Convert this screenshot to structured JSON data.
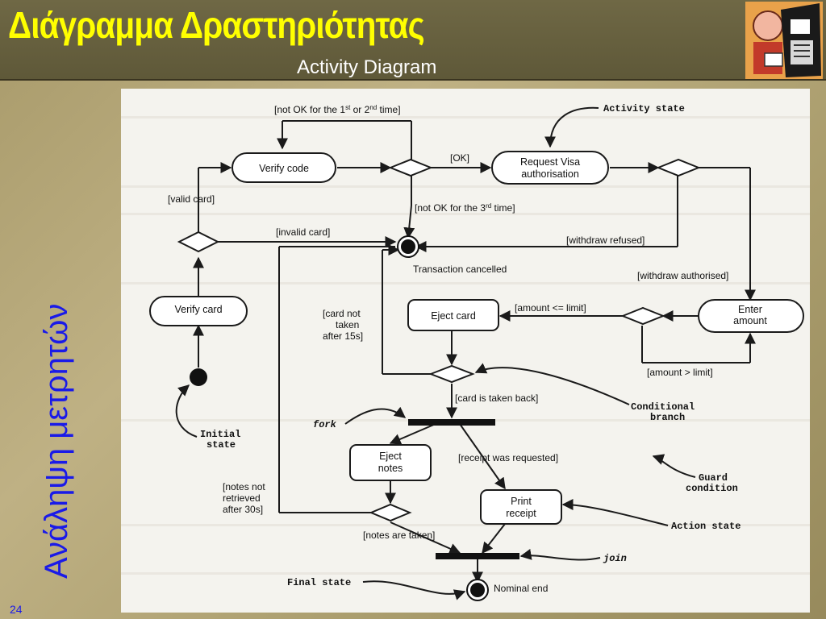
{
  "slide": {
    "title": "Διάγραμμα Δραστηριότητας",
    "subtitle": "Activity Diagram",
    "side_text": "Ανάληψη μετρητών",
    "page_number": "24"
  },
  "diagram": {
    "states": {
      "verify_code": "Verify code",
      "request_visa_1": "Request Visa",
      "request_visa_2": "authorisation",
      "verify_card": "Verify card",
      "eject_card": "Eject card",
      "enter_amount_1": "Enter",
      "enter_amount_2": "amount",
      "eject_notes_1": "Eject",
      "eject_notes_2": "notes",
      "print_receipt_1": "Print",
      "print_receipt_2": "receipt"
    },
    "guards": {
      "not_ok_12": "[not OK for the 1",
      "sup_st": "st",
      "or_2": " or 2",
      "sup_nd": "nd",
      "time_close": " time]",
      "ok": "[OK]",
      "valid_card": "[valid card]",
      "invalid_card": "[invalid card]",
      "not_ok_3": "[not OK for the 3",
      "sup_rd": "rd",
      "time_close_2": " time]",
      "withdraw_refused": "[withdraw refused]",
      "withdraw_authorised": "[withdraw authorised]",
      "amount_le_limit": "[amount <= limit]",
      "amount_gt_limit": "[amount > limit]",
      "card_not_taken_1": "[card not",
      "card_not_taken_2": "taken",
      "card_not_taken_3": "after 15s]",
      "card_taken_back": "[card is taken back]",
      "receipt_requested": "[receipt was requested]",
      "notes_not_retrieved_1": "[notes not",
      "notes_not_retrieved_2": "retrieved",
      "notes_not_retrieved_3": "after 30s]",
      "notes_taken": "[notes are taken]"
    },
    "ends": {
      "transaction_cancelled": "Transaction cancelled",
      "nominal_end": "Nominal end"
    },
    "annotations": {
      "activity_state": "Activity state",
      "initial_state_1": "Initial",
      "initial_state_2": "state",
      "fork": "fork",
      "conditional_branch_1": "Conditional",
      "conditional_branch_2": "branch",
      "guard_condition_1": "Guard",
      "guard_condition_2": "condition",
      "action_state": "Action state",
      "join": "join",
      "final_state": "Final state"
    }
  }
}
